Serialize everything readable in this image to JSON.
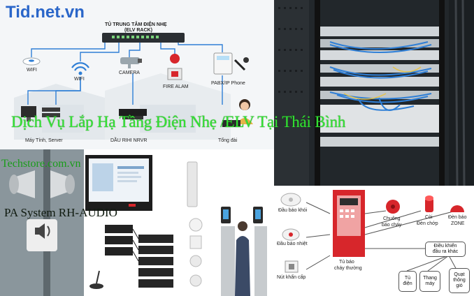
{
  "brand": "Tid.net.vn",
  "overlay_title": "Dịch Vụ Lắp Hạ Tầng Điện Nhẹ /ELV Tại Thái Bình",
  "overlay_store": "Techstore.com.vn",
  "overlay_pa": "PA System RH-AUDIO",
  "elv_diagram": {
    "switch_label_1": "TỦ TRUNG TÂM ĐIỆN NHẸ",
    "switch_label_2": "(ELV RACK)",
    "wifi_1": "WIFI",
    "wifi_2": "WIFI",
    "camera": "CAMERA",
    "fire_alarm": "FIRE ALAM",
    "pabx": "PABX/IP Phone",
    "computers": "Máy Tính, Server",
    "dvr": "DẦU RIHI NRVR",
    "operator": "Tổng đài"
  },
  "fire_diagram": {
    "smoke": "Đầu báo khói",
    "heat": "Đầu báo nhiệt",
    "button": "Nút khẩn cấp",
    "panel_1": "Tủ báo",
    "panel_2": "cháy thường",
    "bell_1": "Chuông",
    "bell_2": "báo cháy",
    "siren_1": "Còi",
    "siren_2": "Đèn chớp",
    "zone_1": "Đèn báo",
    "zone_2": "ZONE",
    "control_1": "Điều khiển",
    "control_2": "đầu ra khác",
    "out1_1": "Tủ",
    "out1_2": "điện",
    "out2_1": "Thang",
    "out2_2": "máy",
    "out3_1": "Quạt",
    "out3_2": "thông",
    "out3_3": "gió"
  },
  "colors": {
    "title_green": "#33e233",
    "brand_blue": "#2a66c9",
    "cable_blue": "#2f7fd6",
    "alarm_red": "#d7262b"
  }
}
